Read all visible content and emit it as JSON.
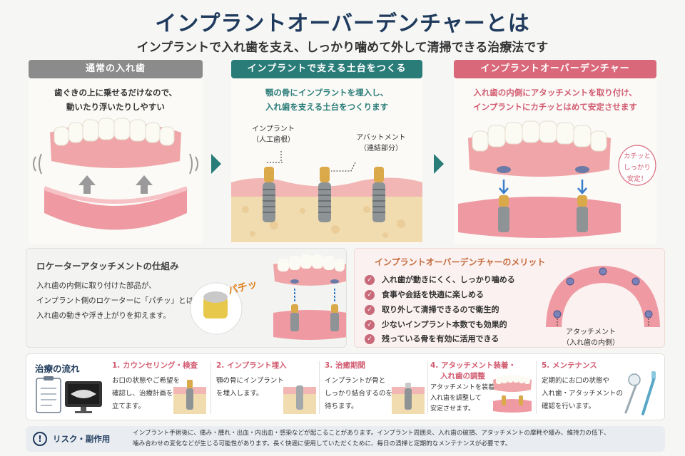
{
  "header": {
    "title": "インプラントオーバーデンチャーとは",
    "subtitle": "インプラントで入れ歯を支え、しっかり噛めて外して清掃できる治療法です"
  },
  "columns": [
    {
      "title": "通常の入れ歯",
      "desc1": "歯ぐきの上に乗せるだけなので、",
      "desc2": "動いたり浮いたりしやすい"
    },
    {
      "title": "インプラントで支える土台をつくる",
      "desc1": "顎の骨にインプラントを埋入し、",
      "desc2": "入れ歯を支える土台をつくります",
      "label_implant": "インプラント",
      "label_implant_sub": "（人工歯根）",
      "label_abutment": "アバットメント",
      "label_abutment_sub": "（連結部分）"
    },
    {
      "title": "インプラントオーバーデンチャー",
      "desc1": "入れ歯の内側にアタッチメントを取り付け、",
      "desc2": "インプラントにカチッとはめて安定させます",
      "bubble1": "カチッと",
      "bubble2": "しっかり",
      "bubble3": "安定！"
    }
  ],
  "locator": {
    "title": "ロケーターアタッチメントの仕組み",
    "line1": "入れ歯の内側に取り付けた部品が、",
    "line2": "インプラント側のロケーターに「パチッ」とはまり、",
    "line3": "入れ歯の動きや浮き上がりを抑えます。",
    "sound": "パチッ"
  },
  "merits": {
    "title": "インプラントオーバーデンチャーのメリット",
    "items": [
      "入れ歯が動きにくく、しっかり噛める",
      "食事や会話を快適に楽しめる",
      "取り外して清掃できるので衛生的",
      "少ないインプラント本数でも効果的",
      "残っている骨を有効に活用できる"
    ],
    "label1": "アタッチメント",
    "label2": "（入れ歯の内側）"
  },
  "flow": {
    "title": "治療の流れ",
    "steps": [
      {
        "title": "1. カウンセリング・検査",
        "l1": "お口の状態やご希望を",
        "l2": "確認し、治療計画を",
        "l3": "立てます。"
      },
      {
        "title": "2. インプラント埋入",
        "l1": "顎の骨にインプラント",
        "l2": "を埋入します。",
        "l3": ""
      },
      {
        "title": "3. 治癒期間",
        "l1": "インプラントが骨と",
        "l2": "しっかり結合するのを",
        "l3": "待ちます。"
      },
      {
        "title": "4. アタッチメント装着・",
        "title2": "入れ歯の調整",
        "l1": "アタッチメントを装着し、",
        "l2": "入れ歯を調整して",
        "l3": "安定させます。"
      },
      {
        "title": "5. メンテナンス",
        "l1": "定期的にお口の状態や",
        "l2": "入れ歯・アタッチメントの",
        "l3": "確認を行います。"
      }
    ]
  },
  "risk": {
    "icon": "!",
    "title": "リスク・副作用",
    "line1": "インプラント手術後に、痛み・腫れ・出血・内出血・感染などが起こることがあります。インプラント周囲炎、入れ歯の破損、アタッチメントの摩耗や緩み、維持力の低下、",
    "line2": "噛み合わせの変化などが生じる可能性があります。長く快適に使用していただくために、毎日の清掃と定期的なメンテナンスが必要です。"
  },
  "colors": {
    "gray": "#8b8b8b",
    "teal": "#2a7c78",
    "pink": "#d9687a",
    "navy": "#1f3a5c"
  }
}
